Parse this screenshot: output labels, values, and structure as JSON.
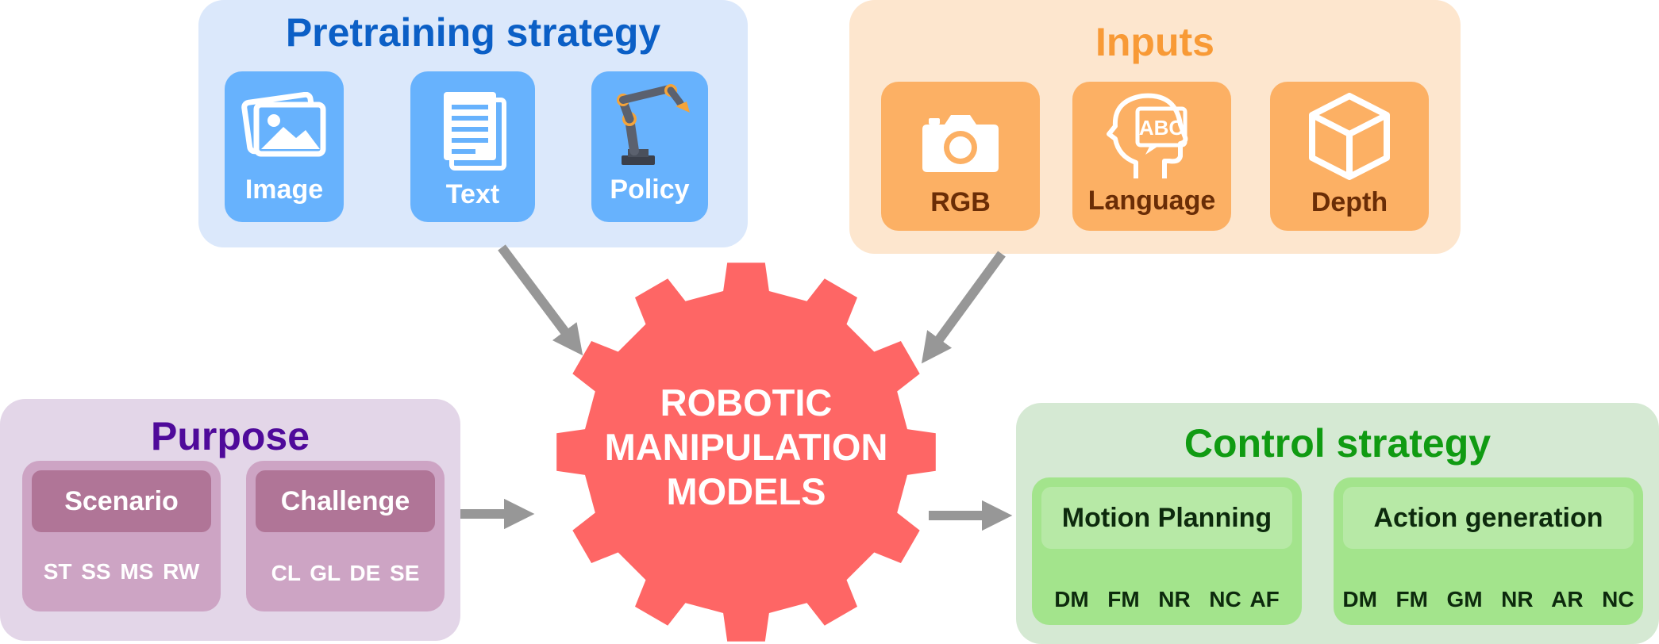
{
  "pretraining": {
    "title": "Pretraining strategy",
    "items": [
      {
        "label": "Image",
        "icon": "image-icon"
      },
      {
        "label": "Text",
        "icon": "document-icon"
      },
      {
        "label": "Policy",
        "icon": "robot-arm-icon"
      }
    ]
  },
  "inputs": {
    "title": "Inputs",
    "items": [
      {
        "label": "RGB",
        "icon": "camera-icon"
      },
      {
        "label": "Language",
        "icon": "head-abc-icon"
      },
      {
        "label": "Depth",
        "icon": "cube-icon"
      }
    ]
  },
  "purpose": {
    "title": "Purpose",
    "groups": [
      {
        "label": "Scenario",
        "codes": "ST SS MS RW"
      },
      {
        "label": "Challenge",
        "codes": "CL GL DE SE"
      }
    ]
  },
  "control": {
    "title": "Control strategy",
    "groups": [
      {
        "label": "Motion Planning",
        "codes": "DM  FM  NR  NC AF"
      },
      {
        "label": "Action generation",
        "codes": "DM  FM  GM  NR  AR  NC"
      }
    ]
  },
  "center": {
    "line1": "ROBOTIC",
    "line2": "MANIPULATION",
    "line3": "MODELS"
  },
  "colors": {
    "pretraining_bg": "#dbe8fb",
    "pretraining_card": "#67b2fd",
    "pretraining_title": "#0b5fc6",
    "inputs_bg": "#fde6ce",
    "inputs_card": "#fcb064",
    "inputs_title": "#f89a36",
    "inputs_text": "#6a2d06",
    "purpose_bg": "#e3d6e8",
    "purpose_sub": "#cda4c4",
    "purpose_hdr": "#b07597",
    "purpose_title": "#4f0a9a",
    "control_bg": "#d5e9d3",
    "control_sub": "#a3e48c",
    "control_hdr": "#b7e9a6",
    "control_title": "#109b12",
    "control_text": "#0d2a0d",
    "gear": "#fe6665",
    "arrow": "#979797"
  }
}
